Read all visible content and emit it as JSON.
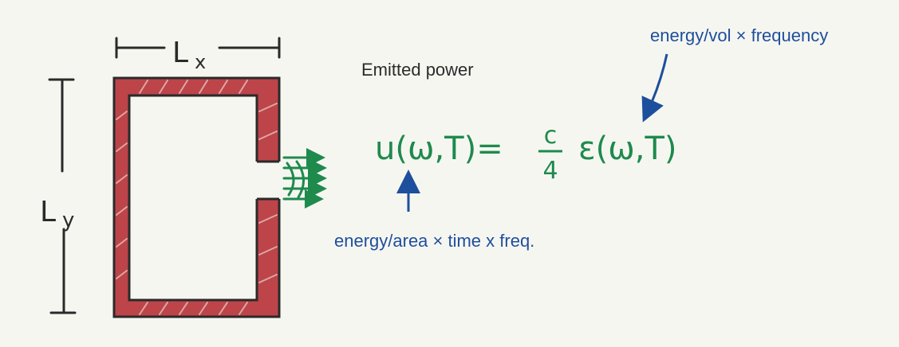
{
  "title": "Emitted power",
  "annotations": {
    "energy_per_vol_freq": "energy/vol × frequency",
    "energy_per_area_time_freq": "energy/area × time x freq."
  },
  "dimension_labels": {
    "width": "L",
    "width_sub": "x",
    "height": "L",
    "height_sub": "y"
  },
  "equation": {
    "lhs": "u(ω,T)=",
    "numerator": "c",
    "denominator": "4",
    "rhs": "ε(ω,T)"
  },
  "colors": {
    "background": "#f6f6f1",
    "ink": "#2a2a2a",
    "wall_fill": "#b3242c",
    "equation": "#1e8a4c",
    "annotation": "#1e4f9c"
  }
}
